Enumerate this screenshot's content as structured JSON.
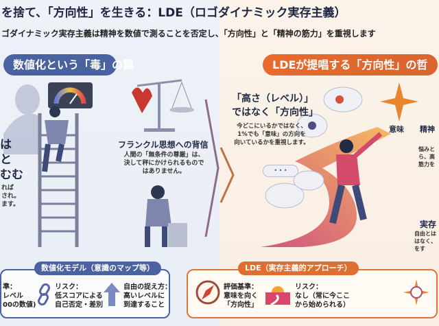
{
  "header": {
    "title": "を捨て、「方向性」を生きる：LDE（ロゴダイナミック実存主義）",
    "subtitle": "ゴダイナミック実存主義は精神を数値で測ることを否定し、「方向性」と「精神の筋力」を重視します"
  },
  "left": {
    "section_label": "数値化という「毒」の罠",
    "partial_heading": [
      "は",
      "と",
      "むむ"
    ],
    "partial_text": [
      "れば",
      "され。",
      "ます。"
    ],
    "frankl": {
      "heading": "フランクル思想への背信",
      "text": [
        "人間の「無条件の尊厳」は、",
        "決して秤にかけられるもので",
        "はありません。"
      ]
    },
    "model": {
      "label": "数値化モデル（意識のマップ等）",
      "items": [
        {
          "title": "準：",
          "lines": [
            "レベル",
            "00の数値)"
          ]
        },
        {
          "title": "リスク：",
          "lines": [
            "低スコアによる",
            "自己否定・差別"
          ]
        },
        {
          "title": "自由の捉え方：",
          "lines": [
            "高いレベルに",
            "到達すること"
          ]
        }
      ]
    }
  },
  "right": {
    "section_label": "LDEが提唱する「方向性」の哲",
    "direction": {
      "heading": [
        "「高さ（レベル）」",
        "ではなく「方向性」"
      ],
      "text": [
        "今どこにいるかではなく、",
        "1%でも「意味」の方向を",
        "向いているかを重視します。"
      ]
    },
    "meaning_label": "意味",
    "partial_muscle": {
      "heading": "精神",
      "lines": [
        "悩みと",
        "ら、高",
        "筋力を"
      ]
    },
    "partial_exist": {
      "heading": "実存",
      "lines": [
        "自由とは",
        "はなく、",
        "をす"
      ]
    },
    "ellipsis": "• • •",
    "approach": {
      "label": "LDE（実存主義的アプローチ）",
      "items": [
        {
          "title": "評価基準：",
          "lines": [
            "意味を向く",
            "「方向性」"
          ]
        },
        {
          "title": "リスク：",
          "lines": [
            "なし（常に今ここ",
            "から始められる）"
          ]
        }
      ]
    }
  },
  "colors": {
    "blue": "#4a62a0",
    "orange": "#e0702f",
    "navy": "#1d2540"
  }
}
